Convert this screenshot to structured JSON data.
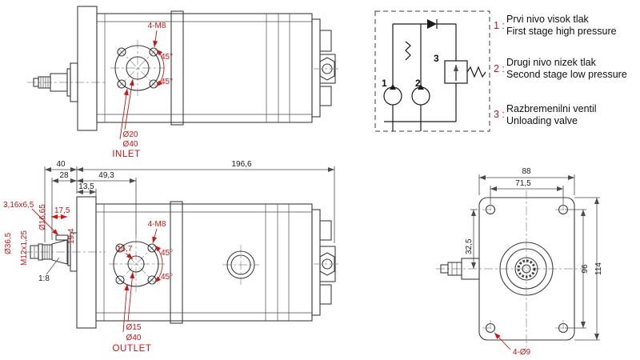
{
  "drawing": {
    "background": "#ffffff",
    "line_color": "#3d3d3d",
    "dimension_red": "#cc1616",
    "text_color": "#1c1c1c"
  },
  "top_view": {
    "bolt_label": "4-M8",
    "angle_top": "45°",
    "angle_bottom": "45°",
    "dia_inner": "Ø20",
    "dia_outer": "Ø40",
    "port_label": "INLET"
  },
  "schematic": {
    "pump1_num": "1",
    "pump2_num": "2",
    "valve_num": "3"
  },
  "legend": {
    "items": [
      {
        "num": "1 :",
        "line1": "Prvi nivo visok tlak",
        "line2": "First stage high pressure"
      },
      {
        "num": "2 :",
        "line1": "Drugi nivo nizek tlak",
        "line2": "Second stage low pressure"
      },
      {
        "num": "3 :",
        "line1": "Razbremenilni ventil",
        "line2": "Unloading valve"
      }
    ]
  },
  "side_view": {
    "len_overall": "196,6",
    "len_shaft": "40",
    "len_28": "28",
    "len_49_3": "49,3",
    "len_13_5": "13,5",
    "key_size": "3,16x6,5",
    "shaft_dia": "Ø16,65",
    "len_17_5": "17,5",
    "flange_dia": "Ø36,5",
    "thread": "M12x1,25",
    "len_19_4": "19,4",
    "len_15_7": "15,7",
    "taper": "1:8",
    "bolt_label": "4-M8",
    "angle_top": "45°",
    "angle_bottom": "45°",
    "dia_inner": "Ø15",
    "dia_outer": "Ø40",
    "port_label": "OUTLET"
  },
  "front_view": {
    "width": "88",
    "bolt_span_h": "71,5",
    "port_offset": "32,5",
    "bolt_span_v": "96",
    "height": "114",
    "holes": "4-Ø9"
  }
}
